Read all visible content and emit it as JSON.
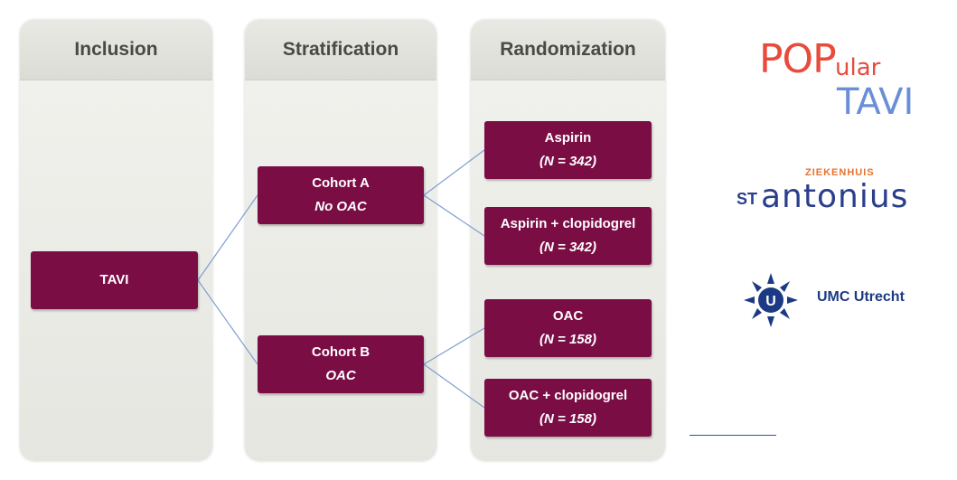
{
  "columns": [
    {
      "title": "Inclusion"
    },
    {
      "title": "Stratification"
    },
    {
      "title": "Randomization"
    }
  ],
  "nodes": {
    "tavi": {
      "line1": "TAVI"
    },
    "cohort_a": {
      "line1": "Cohort A",
      "line2": "No OAC"
    },
    "cohort_b": {
      "line1": "Cohort B",
      "line2": "OAC"
    },
    "aspirin": {
      "line1": "Aspirin",
      "line2": "(N = 342)"
    },
    "aspirin_clopi": {
      "line1": "Aspirin + clopidogrel",
      "line2": "(N = 342)"
    },
    "oac": {
      "line1": "OAC",
      "line2": "(N = 158)"
    },
    "oac_clopi": {
      "line1": "OAC + clopidogrel",
      "line2": "(N = 158)"
    }
  },
  "logos": {
    "popular": {
      "part1": "POP",
      "part2": "ular",
      "part3": "TAVI"
    },
    "antonius": {
      "top": "ZIEKENHUIS",
      "prefix": "ST",
      "name": "antonius"
    },
    "umc": {
      "text": "UMC Utrecht"
    }
  },
  "colors": {
    "box": "#7b0d45",
    "connector": "#7f9fcf",
    "popular_red": "#e84a3c",
    "popular_blue": "#6a8fd6",
    "antonius_blue": "#2a3e8c",
    "antonius_orange": "#e8712c",
    "umc_blue": "#1c3a84"
  }
}
